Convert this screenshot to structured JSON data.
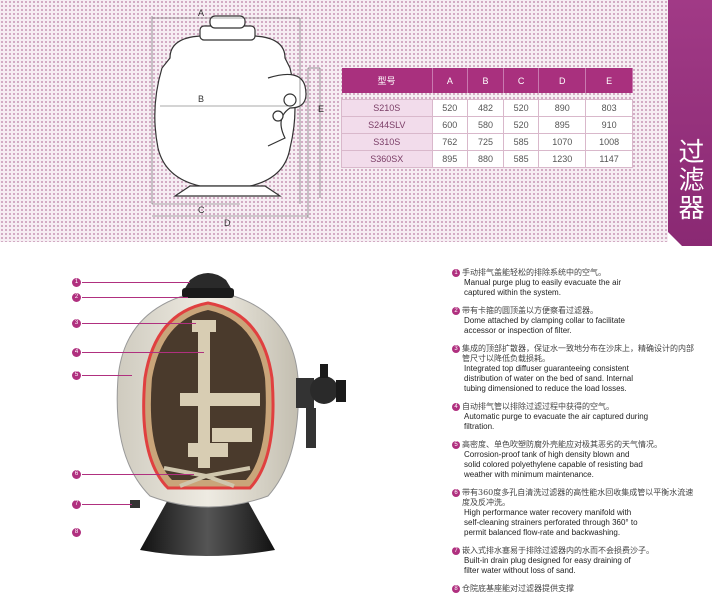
{
  "side_title": "过滤器",
  "diagram": {
    "labels": [
      "A",
      "B",
      "C",
      "D",
      "E"
    ]
  },
  "table": {
    "headers": [
      "型号",
      "A",
      "B",
      "C",
      "D",
      "E"
    ],
    "rows": [
      [
        "S210S",
        "520",
        "482",
        "520",
        "890",
        "803"
      ],
      [
        "S244SLV",
        "600",
        "580",
        "520",
        "895",
        "910"
      ],
      [
        "S310S",
        "762",
        "725",
        "585",
        "1070",
        "1008"
      ],
      [
        "S360SX",
        "895",
        "880",
        "585",
        "1230",
        "1147"
      ]
    ]
  },
  "callout_numbers": [
    "1",
    "2",
    "3",
    "4",
    "5",
    "6",
    "7",
    "8"
  ],
  "parts": [
    {
      "num": "1",
      "cn": "手动排气盖能轻松的排除系统中的空气。",
      "en": [
        "Manual purge plug to easily evacuate the air",
        "captured within the system."
      ]
    },
    {
      "num": "2",
      "cn": "带有卡箍的圆顶盖以方便察看过滤器。",
      "en": [
        "Dome attached by clamping collar to facilitate",
        "accessor or inspection of filter."
      ]
    },
    {
      "num": "3",
      "cn": "集成的顶部扩散器，保证水一致地分布在沙床上，精确设计的内部管尺寸以降低负载损耗。",
      "en": [
        "Integrated top diffuser guaranteeing consistent",
        "distribution of water on the bed of sand. Internal",
        "tubing dimensioned to reduce the load losses."
      ]
    },
    {
      "num": "4",
      "cn": "自动排气管以排除过滤过程中获得的空气。",
      "en": [
        "Automatic purge to evacuate the air captured during",
        "filtration."
      ]
    },
    {
      "num": "5",
      "cn": "高密度、单色吹塑防腐外壳能应对极其恶劣的天气情况。",
      "en": [
        "Corrosion-proof tank of high density blown and",
        "solid colored polyethylene capable of resisting bad",
        "weather with minimum maintenance."
      ]
    },
    {
      "num": "6",
      "cn": "带有360度多孔自清洗过滤器的高性能水回收集成管以平衡水流速度及反冲洗。",
      "en": [
        "High performance water recovery manifold with",
        "self-cleaning strainers perforated through 360° to",
        "permit balanced flow-rate and backwashing."
      ]
    },
    {
      "num": "7",
      "cn": "嵌入式排水塞易于排除过滤器内的水而不会损费沙子。",
      "en": [
        "Built-in drain plug designed for easy draining of",
        "filter water without loss of sand."
      ]
    },
    {
      "num": "8",
      "cn": "仓院底基座能对过滤器提供支撑",
      "en": []
    }
  ],
  "colors": {
    "accent": "#a9307e",
    "dot_pattern": "#cda2bc",
    "tab": "#8a2973"
  }
}
